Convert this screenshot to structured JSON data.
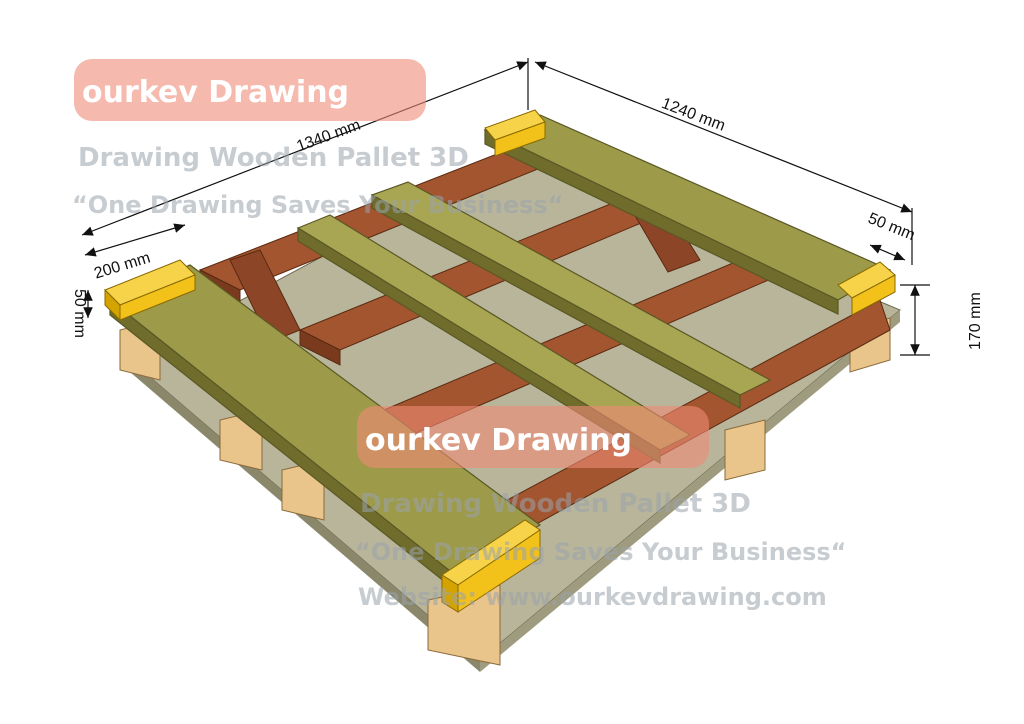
{
  "dimensions": {
    "length": "1340 mm",
    "width": "1240 mm",
    "block_width": "200 mm",
    "board_thickness": "50 mm",
    "board_thickness_right": "50 mm",
    "total_height": "170 mm"
  },
  "watermark": {
    "brand": "ourkev Drawing",
    "title": "Drawing Wooden Pallet 3D",
    "slogan": "“One Drawing Saves Your Business“",
    "website": "Website: www.ourkevdrawing.com"
  },
  "colors": {
    "top_deck": "#9d9a4a",
    "top_deck_edge": "#6f6c2c",
    "stringer": "#a2552e",
    "stringer_dark": "#7a3a1e",
    "block": "#e9c58c",
    "block_dark": "#c79a5b",
    "bottom_board": "#b8b59a",
    "end_cap": "#f2c21b",
    "watermark_badge": "#f08a76"
  }
}
